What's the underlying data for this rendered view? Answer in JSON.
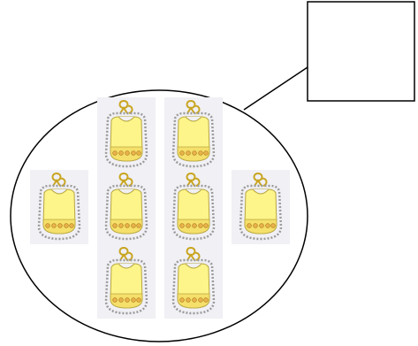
{
  "diagram": {
    "group": {
      "item_icon": "baby-bib-icon",
      "item_count": 8,
      "rows": [
        2,
        4,
        2
      ]
    },
    "callout": {
      "answer_text": ""
    },
    "colors": {
      "outline": "#000000",
      "bib_fill": "#fdf58a",
      "bib_band": "#f4e06a",
      "bib_lace": "#9a9a9a",
      "bib_tie": "#c9a520",
      "bib_dot": "#e8b24a",
      "bib_bg": "#f0f0f5"
    }
  }
}
